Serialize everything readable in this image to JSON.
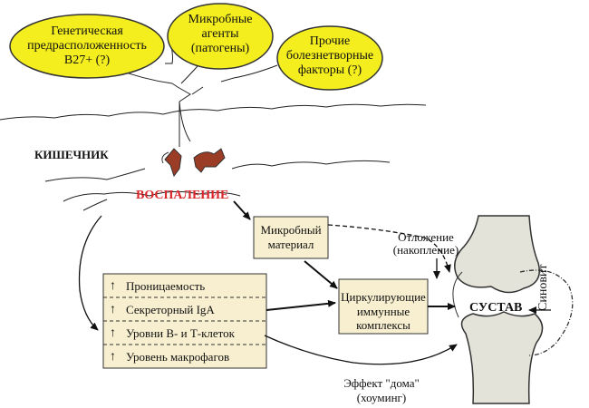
{
  "factors": {
    "genetic": [
      "Генетическая",
      "предрасположенность",
      "B27+ (?)"
    ],
    "microbial": [
      "Микробные",
      "агенты",
      "(патогены)"
    ],
    "other": [
      "Прочие",
      "болезнетворные",
      "факторы (?)"
    ]
  },
  "gut_label": "КИШЕЧНИК",
  "inflammation_label": "ВОСПАЛЕНИЕ",
  "microbial_material": [
    "Микробный",
    "материал"
  ],
  "deposition": [
    "Отложение",
    "(накопление)"
  ],
  "immune_complexes": [
    "Циркулирующие",
    "иммунные",
    "комплексы"
  ],
  "joint_label": "СУСТАВ",
  "synovium_label": "Синовит",
  "homing": [
    "Эффект \"дома\"",
    "(хоуминг)"
  ],
  "arrow_symbol": "↑",
  "increases": [
    "Проницаемость",
    "Секреторный IgA",
    "Уровни В- и Т-клеток",
    "Уровень макрофагов"
  ],
  "colors": {
    "factor_fill": "#f4ee1f",
    "box_fill": "#f7efcf",
    "joint_fill": "#e3e3d9",
    "inflammation_text": "#d9262a",
    "inflammation_patch": "#9b3c26"
  }
}
